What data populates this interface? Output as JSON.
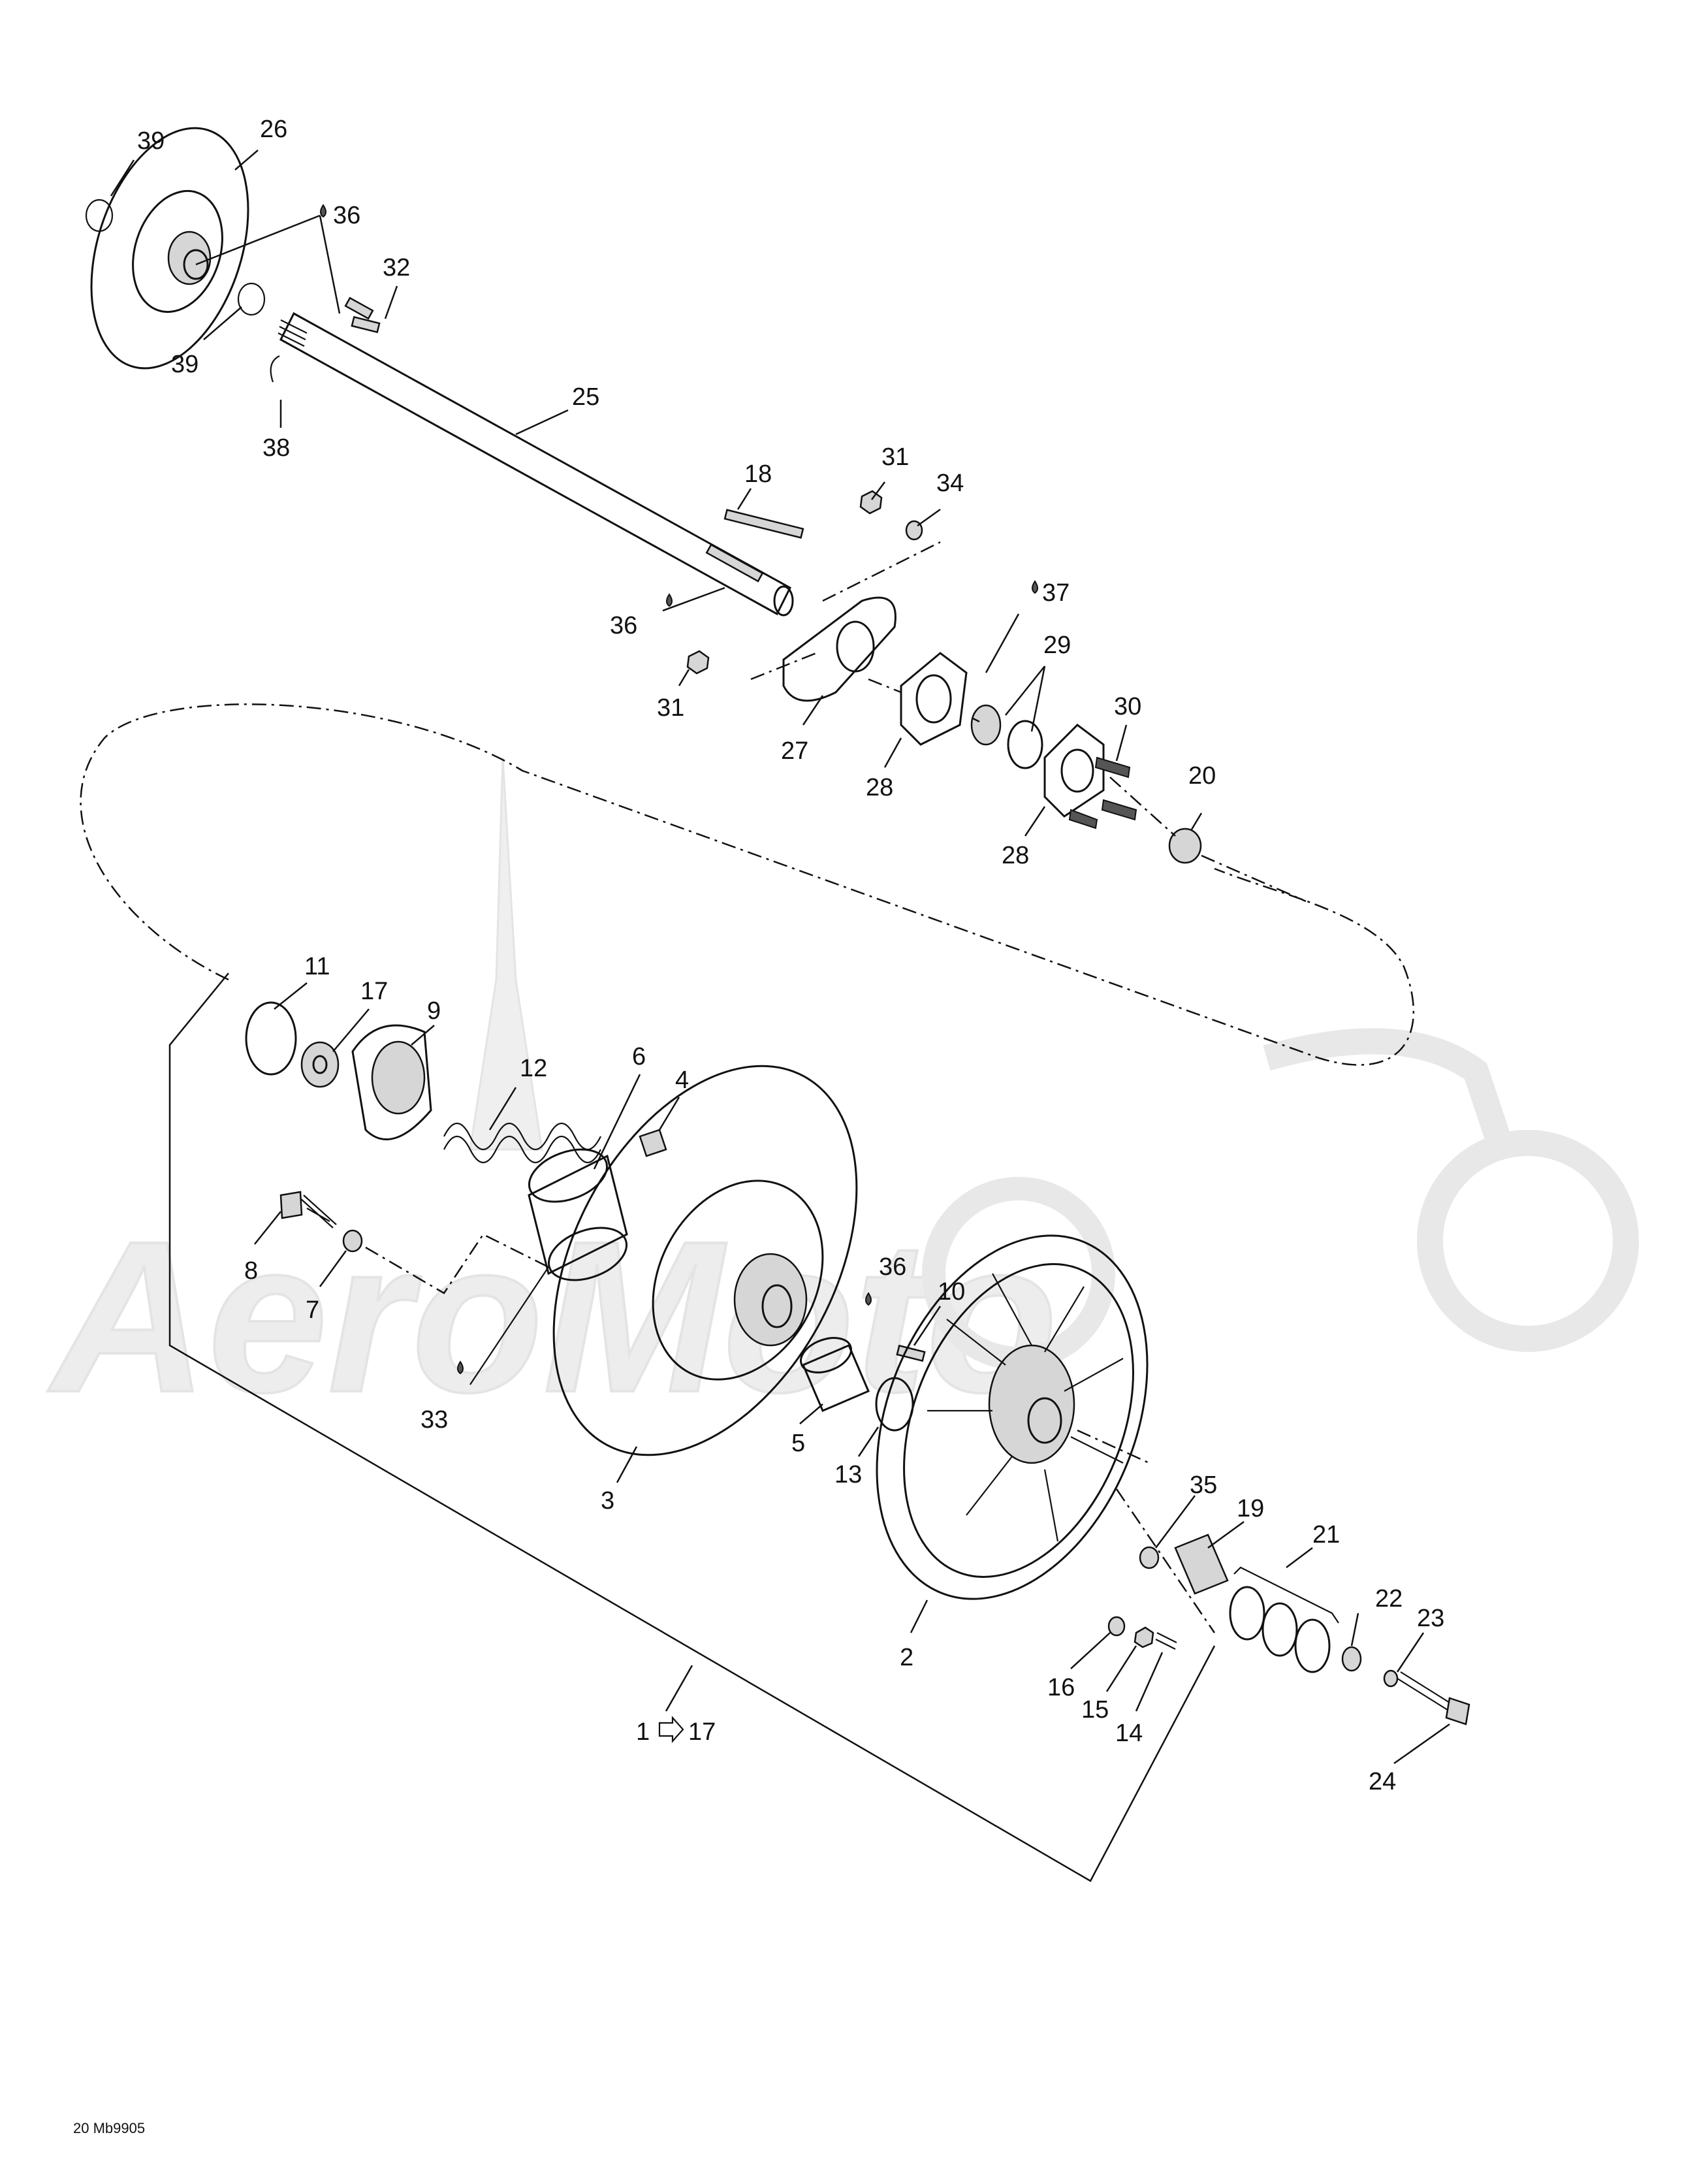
{
  "diagram": {
    "code": "20 Mb9905",
    "watermark": "AeroMoto",
    "callouts": [
      {
        "id": "c39a",
        "text": "39"
      },
      {
        "id": "c26",
        "text": "26"
      },
      {
        "id": "c36a",
        "text": "36"
      },
      {
        "id": "c32",
        "text": "32"
      },
      {
        "id": "c39b",
        "text": "39"
      },
      {
        "id": "c38",
        "text": "38"
      },
      {
        "id": "c25",
        "text": "25"
      },
      {
        "id": "c18",
        "text": "18"
      },
      {
        "id": "c31a",
        "text": "31"
      },
      {
        "id": "c34",
        "text": "34"
      },
      {
        "id": "c36b",
        "text": "36"
      },
      {
        "id": "c37",
        "text": "37"
      },
      {
        "id": "c29",
        "text": "29"
      },
      {
        "id": "c31b",
        "text": "31"
      },
      {
        "id": "c27",
        "text": "27"
      },
      {
        "id": "c30",
        "text": "30"
      },
      {
        "id": "c28a",
        "text": "28"
      },
      {
        "id": "c20",
        "text": "20"
      },
      {
        "id": "c28b",
        "text": "28"
      },
      {
        "id": "c11",
        "text": "11"
      },
      {
        "id": "c17",
        "text": "17"
      },
      {
        "id": "c9",
        "text": "9"
      },
      {
        "id": "c12",
        "text": "12"
      },
      {
        "id": "c6",
        "text": "6"
      },
      {
        "id": "c4",
        "text": "4"
      },
      {
        "id": "c8",
        "text": "8"
      },
      {
        "id": "c7",
        "text": "7"
      },
      {
        "id": "c36c",
        "text": "36"
      },
      {
        "id": "c10",
        "text": "10"
      },
      {
        "id": "c33",
        "text": "33"
      },
      {
        "id": "c5",
        "text": "5"
      },
      {
        "id": "c13",
        "text": "13"
      },
      {
        "id": "c3",
        "text": "3"
      },
      {
        "id": "c35",
        "text": "35"
      },
      {
        "id": "c19",
        "text": "19"
      },
      {
        "id": "c21",
        "text": "21"
      },
      {
        "id": "c22",
        "text": "22"
      },
      {
        "id": "c23",
        "text": "23"
      },
      {
        "id": "c2",
        "text": "2"
      },
      {
        "id": "c16",
        "text": "16"
      },
      {
        "id": "c15",
        "text": "15"
      },
      {
        "id": "c14",
        "text": "14"
      },
      {
        "id": "c24",
        "text": "24"
      }
    ],
    "assembly_ref": {
      "from": "1",
      "to": "17"
    }
  }
}
